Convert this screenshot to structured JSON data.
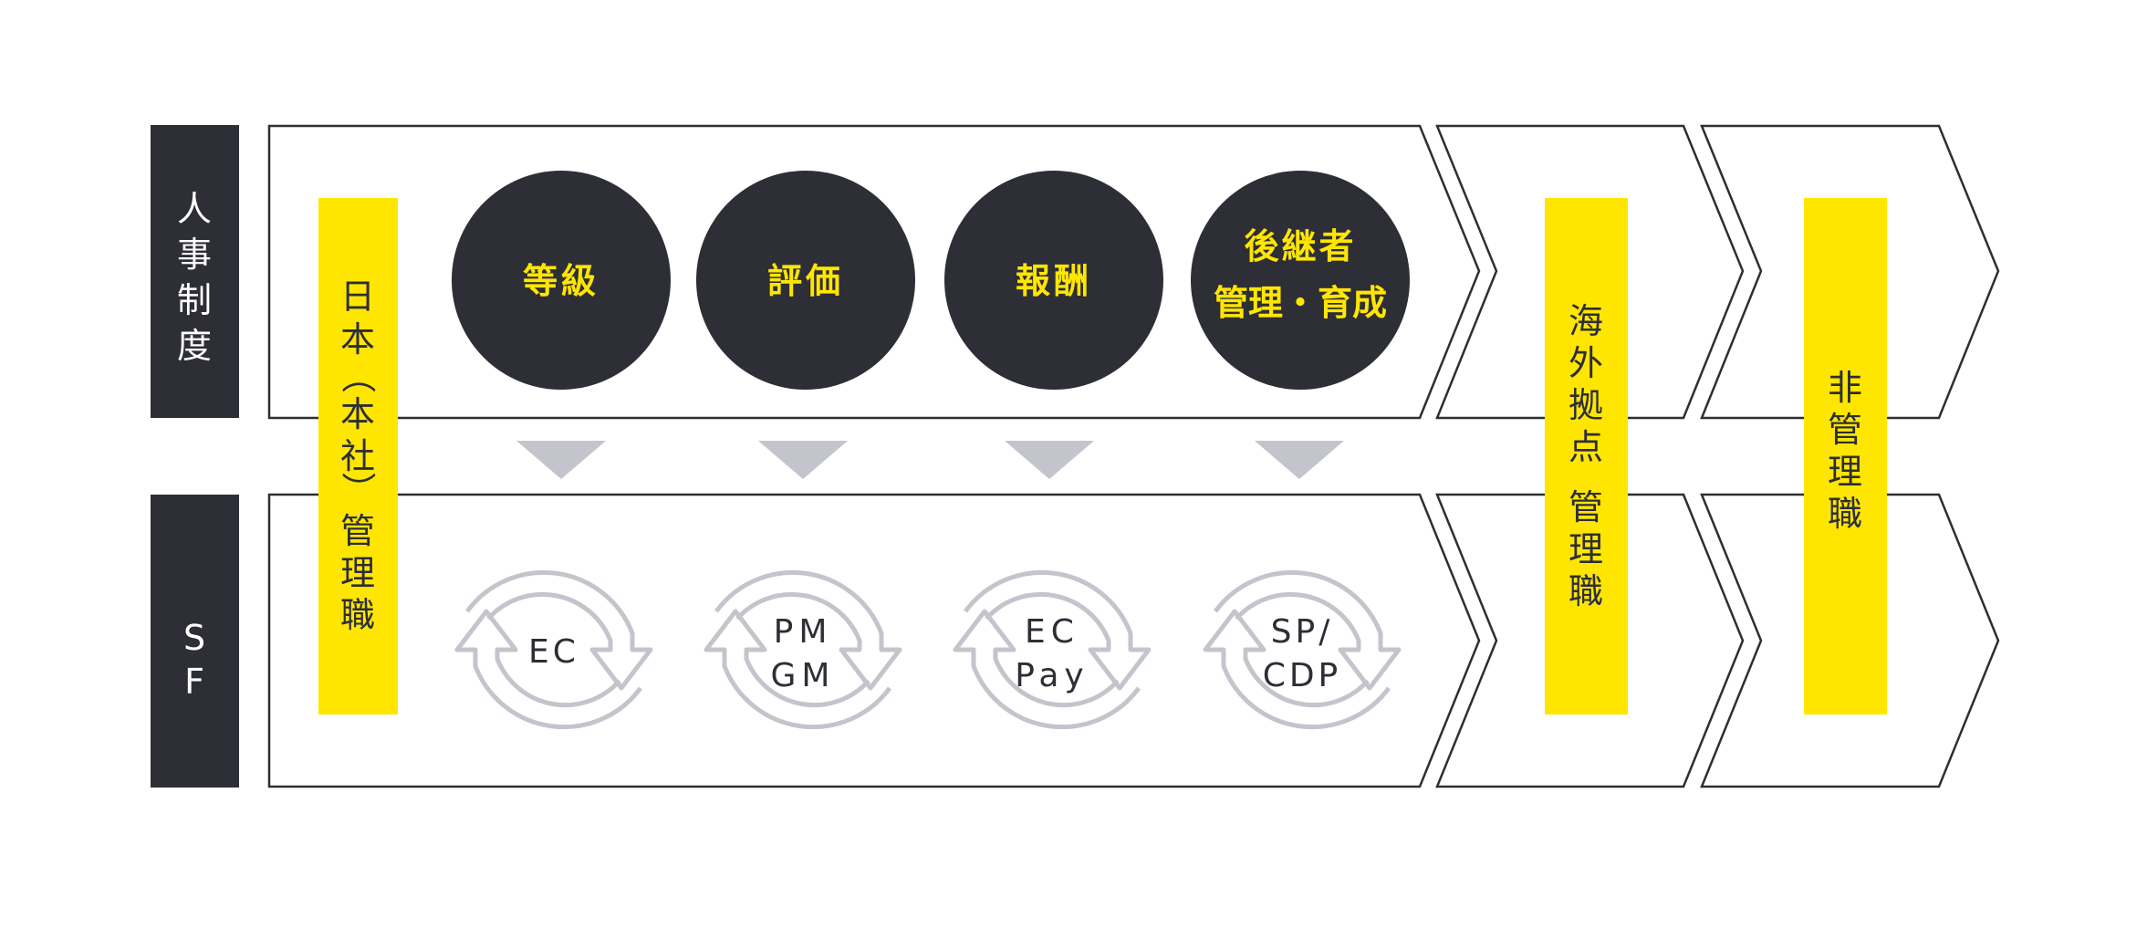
{
  "row_labels": {
    "top": [
      "人",
      "事",
      "制",
      "度"
    ],
    "bottom": [
      "S",
      "F"
    ]
  },
  "columns": {
    "japan": [
      "日",
      "本",
      "（",
      "本",
      "社",
      "）",
      "管",
      "理",
      "職"
    ],
    "overseas": [
      "海",
      "外",
      "拠",
      "点",
      "管",
      "理",
      "職"
    ],
    "non_manager": [
      "非",
      "管",
      "理",
      "職"
    ]
  },
  "hr_circles": [
    {
      "lines": [
        "等級"
      ]
    },
    {
      "lines": [
        "評価"
      ]
    },
    {
      "lines": [
        "報酬"
      ]
    },
    {
      "lines": [
        "後継者",
        "管理・育成"
      ]
    }
  ],
  "sf_modules": [
    {
      "lines": [
        "EC"
      ]
    },
    {
      "lines": [
        "PM",
        "GM"
      ]
    },
    {
      "lines": [
        "EC",
        "Pay"
      ]
    },
    {
      "lines": [
        "SP/",
        "CDP"
      ]
    }
  ],
  "colors": {
    "dark": "#2d2e36",
    "yellow": "#ffe600",
    "grey": "#c4c4cd",
    "outline": "#2d2e36"
  },
  "icons": {
    "cycle": "cycle-arrows-icon",
    "down": "down-triangle-icon"
  }
}
